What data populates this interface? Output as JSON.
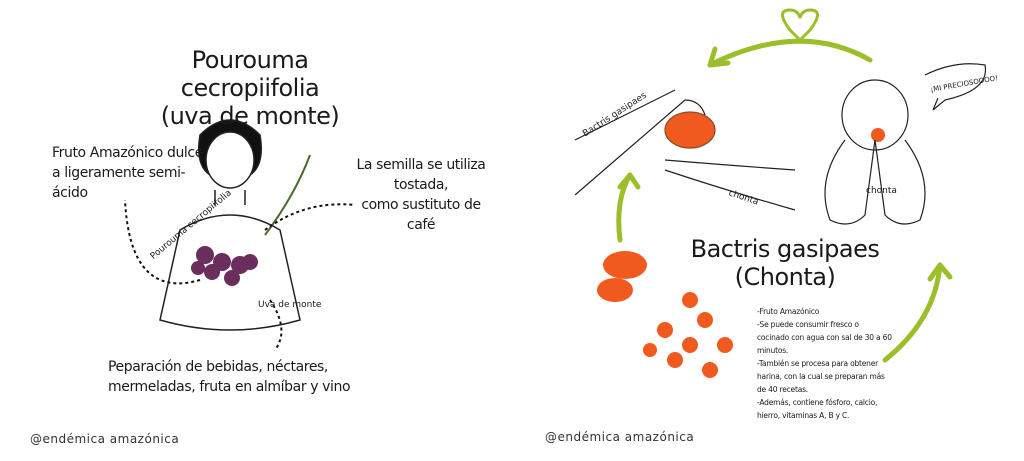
{
  "left": {
    "title": "Pourouma cecropiifolia\n(uva de monte)",
    "note_left": "Fruto Amazónico dulce\na ligeramente semi-\nácido",
    "note_right": "La semilla se utiliza\ntostada,\ncomo sustituto de\ncafé",
    "note_bottom": "Peparación de bebidas, néctares,\nmermeladas, fruta en almíbar y vino",
    "label_shirt": "Pourouma cecropiifolia",
    "label_hand": "Uva de monte",
    "watermark": "@endémica amazónica"
  },
  "right": {
    "title": "Bactris gasipaes\n(Chonta)",
    "label_arm": "Bactris gasipaes",
    "label_hand": "chonta",
    "label_body": "chonta",
    "speech": "¡MI PRECIOSOOOO!",
    "info": "-Fruto Amazónico\n-Se puede consumir fresco o\ncocinado con agua con sal de 30 a 60\nminutos.\n-También se procesa para obtener\nharina, con la cual se preparan más\nde 40 recetas.\n-Además, contiene fósforo, calcio,\nhierro, vitaminas A, B y C.",
    "watermark": "@endémica amazónica"
  },
  "colors": {
    "arrow": "#9bbf2a",
    "fruit": "#f05a1e",
    "grape": "#6b2d5c"
  }
}
